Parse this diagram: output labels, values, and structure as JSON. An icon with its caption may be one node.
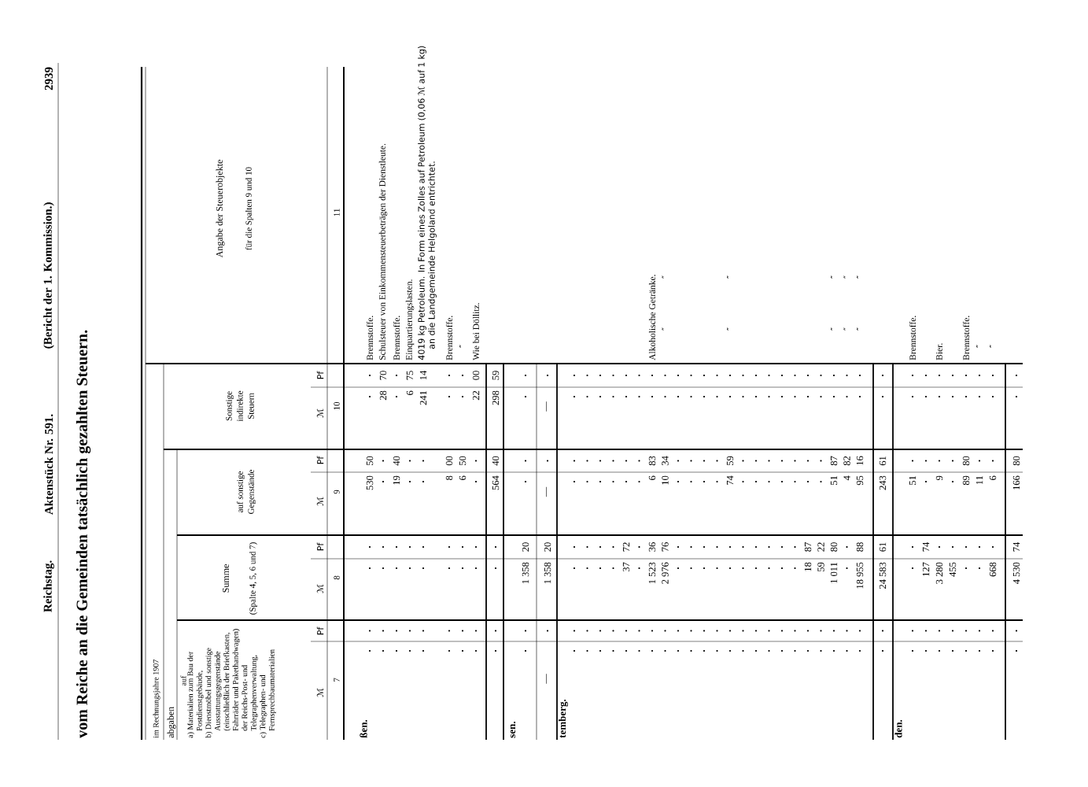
{
  "diagram": {
    "title": "vom Reiche an die Gemeinden tatsächlich gezahlten Steuern.",
    "labels": [
      "Reichstag.",
      "Aktenstück Nr. 591.",
      "(Bericht der 1. Kommission.)",
      "2939",
      "im Rechnungsjahre 1907",
      "abgaben",
      "auf",
      "a) Materialien zum Bau der Postdienstgebäude,",
      "b) Dienstmöbel und sonstige Ausstattungsgegenstände (einschließlich der Briefkasten, Fahrräder und Pakethandwagen) der Reichs-Post- und Telegraphenverwaltung,",
      "c) Telegraphen- und Fernsprechbaumaterialien",
      "Summe",
      "(Spalte 4, 5, 6 und 7)",
      "auf sonstige Gegenstände",
      "Sonstige indirekte Steuern",
      "Angabe der Steuerobjekte",
      "für die Spalten 9 und 10",
      "ℳ",
      "Pf",
      "ℳ",
      "Pf",
      "ℳ",
      "Pf",
      "ℳ",
      "Pf",
      "7",
      "8",
      "9",
      "10",
      "11",
      "ßen.",
      "530",
      "50",
      "Brennstoffe.",
      "28",
      "70",
      "Schulsteuer von Einkommensteuerbeträgen der Dienstleute.",
      "19",
      "40",
      "Brennstoffe.",
      "6",
      "75",
      "Einquartierungslasten.",
      "241",
      "14",
      "4019 kg Petroleum. In Form eines Zolles auf Petroleum (0,06 ℳ auf 1 kg) an die Landgemeinde Helgoland entrichtet.",
      "8",
      "00",
      "Brennstoffe.",
      "6",
      "50",
      "″",
      "22",
      "00",
      "Wie bei Döllitz.",
      "564",
      "40",
      "298",
      "59",
      "sen.",
      "1 358",
      "20",
      "—",
      "1 358",
      "20",
      "—",
      "—",
      "temberg.",
      "37",
      "72",
      "1 523",
      "36",
      "6",
      "83",
      "Alkoholische Getränke.",
      "2 976",
      "76",
      "10",
      "34",
      "″",
      "″",
      "74",
      "59",
      "″",
      "″",
      "18",
      "87",
      "59",
      "22",
      "1 011",
      "80",
      "51",
      "87",
      "″",
      "″",
      "4",
      "82",
      "″",
      "″",
      "18 955",
      "88",
      "95",
      "16",
      "″",
      "″",
      "24 583",
      "61",
      "243",
      "61",
      "den.",
      "51",
      "Brennstoffe.",
      "127",
      "74",
      "3 280",
      "9",
      "Bier.",
      "455",
      "89",
      "80",
      "Brennstoffe.",
      "11",
      "″",
      "668",
      "6",
      "″",
      "4 530",
      "74",
      "166",
      "80"
    ]
  }
}
